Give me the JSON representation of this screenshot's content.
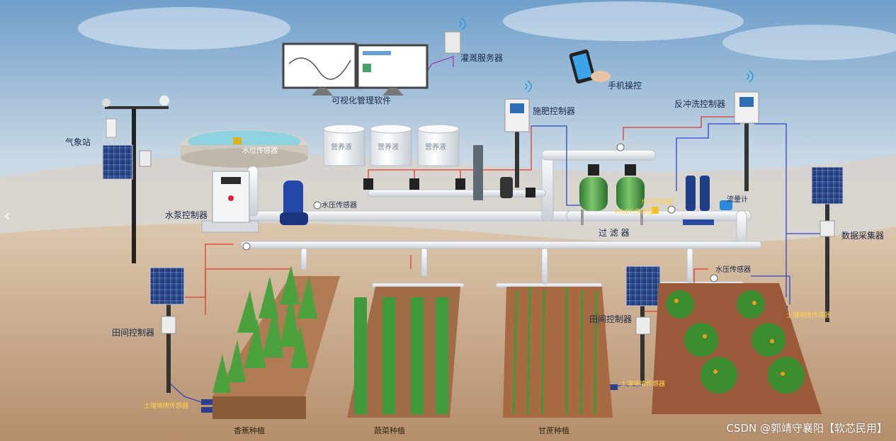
{
  "labels": {
    "weather_station": "气象站",
    "visual_software": "可视化管理软件",
    "irrigation_server": "灌溉服务器",
    "phone_control": "手机操控",
    "fertilizer_controller": "施肥控制器",
    "backwash_controller": "反冲洗控制器",
    "water_level_sensor": "水位传感器",
    "pump_controller": "水泵控制器",
    "pressure_sensor_1": "水压传感器",
    "pressure_sensor_2": "水压传感器",
    "nutrient_tank_1": "营养液",
    "nutrient_tank_2": "营养液",
    "nutrient_tank_3": "营养液",
    "filter": "过 滤 器",
    "ph_ec_sensor": "PH/EC传感器",
    "pressure_sensor_filter": "水压传感器",
    "flow_meter": "流量计",
    "data_collector": "数据采集器",
    "field_controller_1": "田间控制器",
    "field_controller_2": "田间控制器",
    "soil_sensor_1": "土壤墒情传感器",
    "soil_sensor_2": "土壤墒情传感器",
    "soil_sensor_3": "土壤墒情传感器",
    "crop_banana": "香蕉种植",
    "crop_vegetable": "蔬菜种植",
    "crop_sugarcane": "甘蔗种植"
  },
  "watermark": "CSDN @郭靖守襄阳【软芯民用】",
  "colors": {
    "sky_top": "#7fa9cf",
    "sky_bottom": "#e8ecef",
    "ground": "#c9ab8c",
    "pipe": "#f2f4f6",
    "red_wire": "#e23b2e",
    "blue_wire": "#2f45c8",
    "purple_wire": "#9a3fb0",
    "tank": "#f4f6f8",
    "filter_green": "#4a9a4a",
    "pump_blue": "#2446a8"
  }
}
